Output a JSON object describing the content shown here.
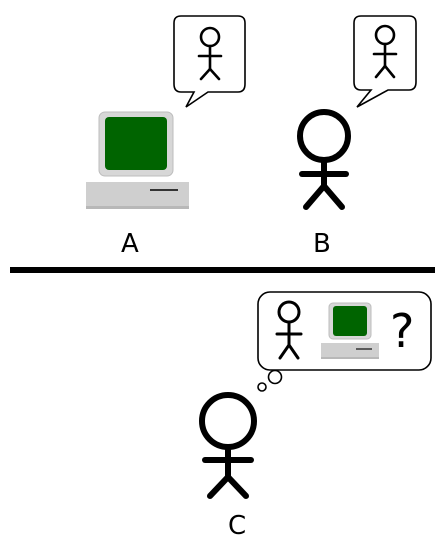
{
  "labels": {
    "a": "A",
    "b": "B",
    "c": "C"
  },
  "thought": {
    "question": "?"
  },
  "colors": {
    "ink": "#000000",
    "screen": "#006400",
    "screen_bezel": "#d7d7d7",
    "base": "#cfcfcf",
    "base_shadow": "#b0b0b0",
    "bubble_fill": "#ffffff"
  }
}
